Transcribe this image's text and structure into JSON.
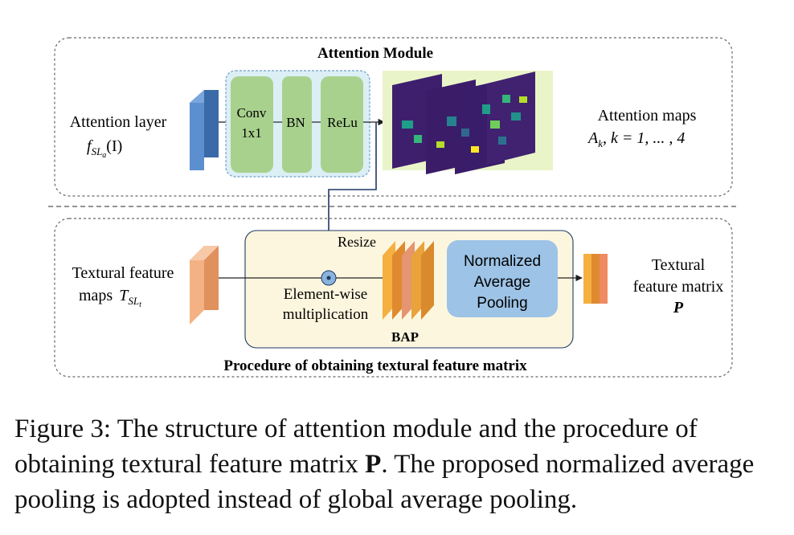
{
  "attention_module": {
    "title": "Attention Module",
    "input_label_line1": "Attention layer",
    "input_label_line2_main": "f",
    "input_label_line2_sub": "SL",
    "input_label_line2_subsub": "a",
    "input_label_line2_arg": "(I)",
    "conv_line1": "Conv",
    "conv_line2": "1x1",
    "bn": "BN",
    "relu": "ReLu",
    "output_label_line1": "Attention maps",
    "output_label_main": "A",
    "output_label_sub": "k",
    "output_label_rest": ",  k = 1, ... , 4"
  },
  "procedure": {
    "title": "Procedure of obtaining textural feature matrix",
    "input_label_line1": "Textural feature",
    "input_label_line2": "maps",
    "input_symbol_main": "T",
    "input_symbol_sub": "SL",
    "input_symbol_subsub": "t",
    "resize": "Resize",
    "mult_line1": "Element-wise",
    "mult_line2": "multiplication",
    "pool_line1": "Normalized",
    "pool_line2": "Average",
    "pool_line3": "Pooling",
    "bap": "BAP",
    "output_line1": "Textural",
    "output_line2": "feature matrix",
    "output_symbol": "P"
  },
  "caption": {
    "prefix": "Figure 3:  The structure of attention module and the procedure of obtaining textural feature matrix ",
    "bold": "P",
    "suffix": ".  The proposed normalized average pooling is adopted instead of global average pooling."
  },
  "colors": {
    "attention_block": "#5b8fcf",
    "green_block": "#a8d08d",
    "green_border": "#82b366",
    "light_cyan_bg": "#ddf0f4",
    "heatmap_bg": "#e8f5c8",
    "heatmap_dark": "#3b0f70",
    "bap_bg": "#fdf7e0",
    "pool_block": "#9dc3e6",
    "texture_block": "#f4b183",
    "feature_orange": "#e6a23c",
    "arrow_dark": "#1f3864"
  }
}
